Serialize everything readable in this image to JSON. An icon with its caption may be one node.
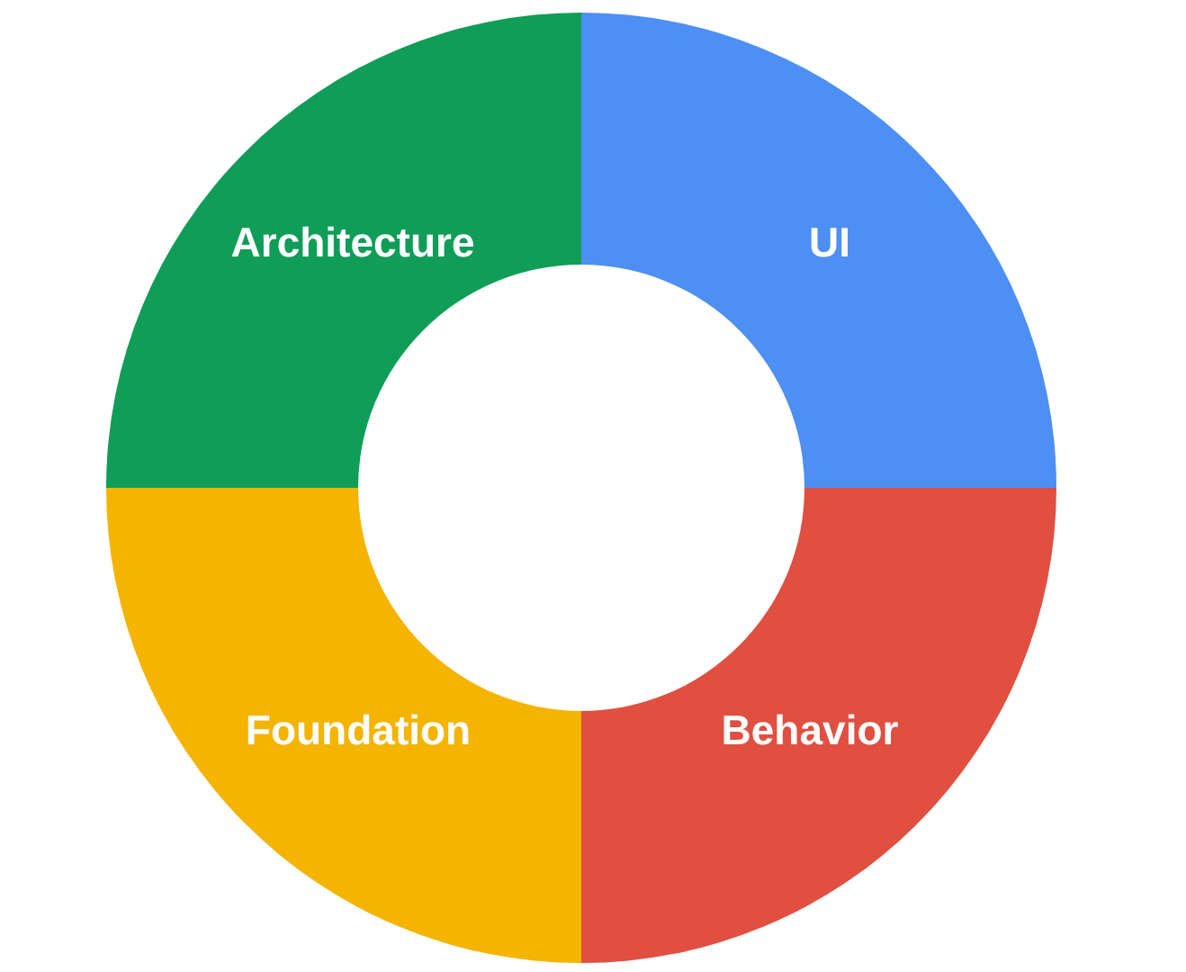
{
  "diagram": {
    "nodes": [
      {
        "text": [
          "Architecture"
        ]
      },
      {
        "text": [
          "UI"
        ]
      },
      {
        "text": [
          "Foundation"
        ]
      },
      {
        "text": [
          "Behavior"
        ]
      }
    ]
  }
}
